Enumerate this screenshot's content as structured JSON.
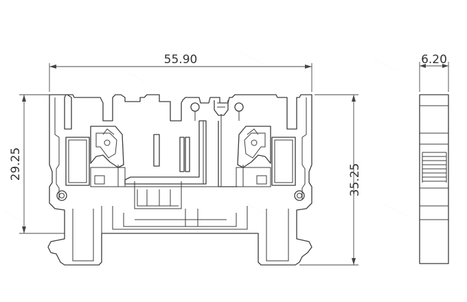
{
  "dimensions": {
    "overall_width": "55.90",
    "left_height": "29.25",
    "right_height": "35.25",
    "side_width": "6.20"
  },
  "colors": {
    "line": "#3a3a3a",
    "background": "#ffffff"
  }
}
